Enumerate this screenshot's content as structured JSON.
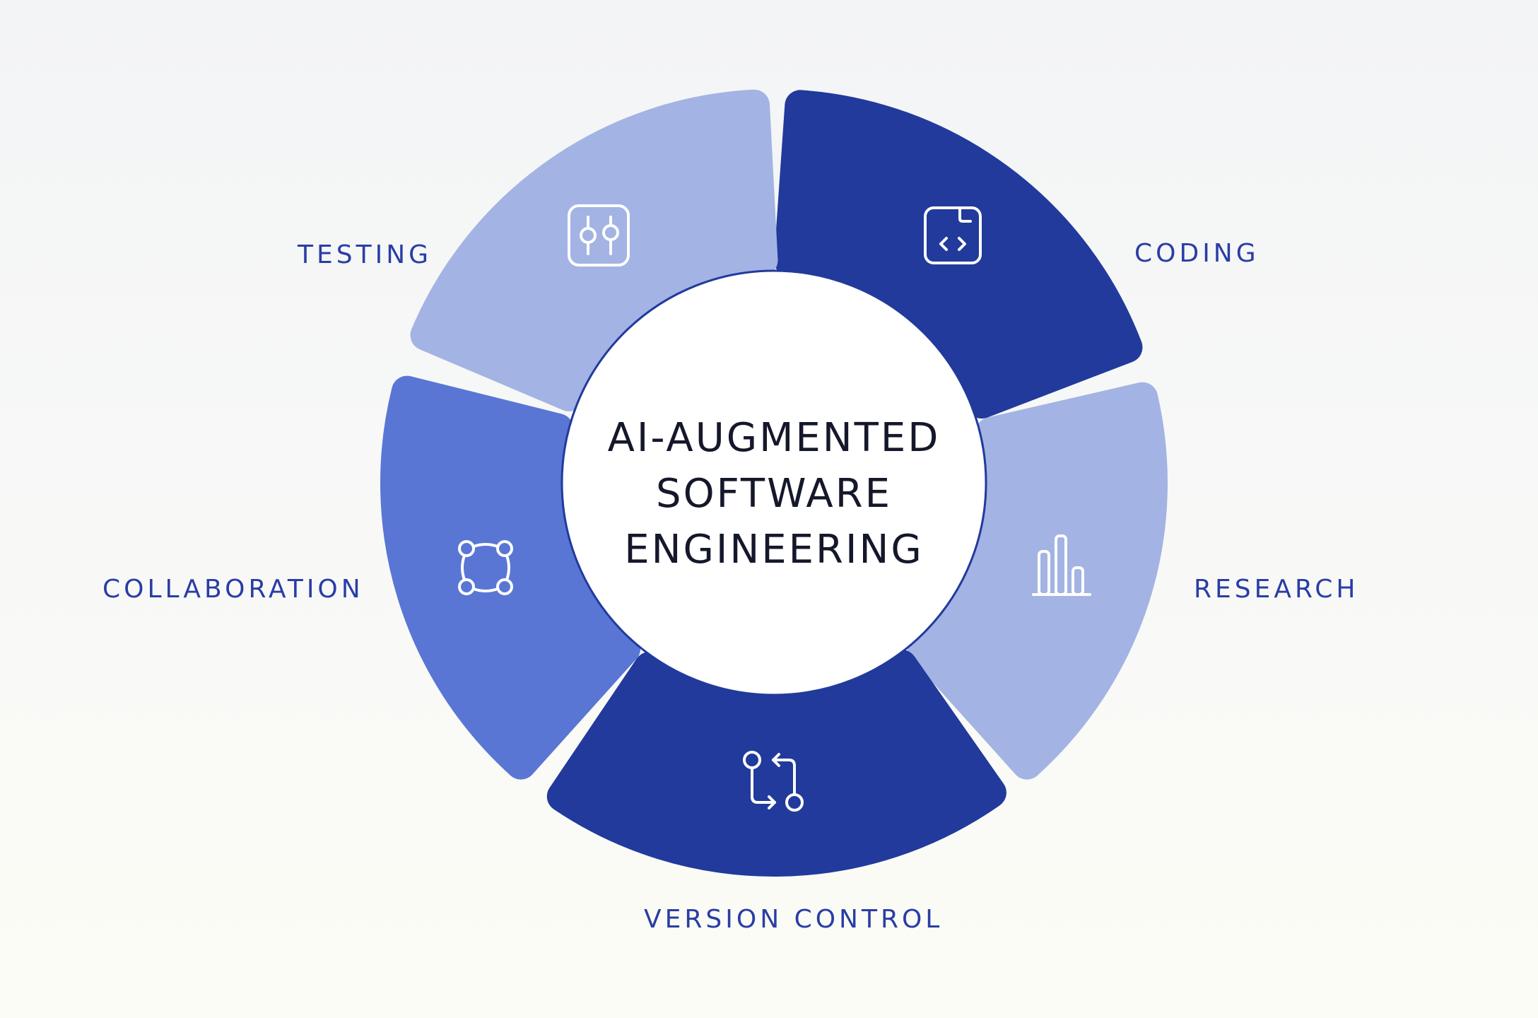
{
  "title": {
    "lines": [
      "AI-AUGMENTED",
      "SOFTWARE",
      "ENGINEERING"
    ]
  },
  "segments": [
    {
      "id": "coding",
      "label": "CODING",
      "color": "#213a9c",
      "icon": "code-file-icon"
    },
    {
      "id": "research",
      "label": "RESEARCH",
      "color": "#a3b3e3",
      "icon": "bar-chart-icon"
    },
    {
      "id": "version_control",
      "label": "VERSION CONTROL",
      "color": "#213a9c",
      "icon": "git-compare-icon"
    },
    {
      "id": "collaboration",
      "label": "COLLABORATION",
      "color": "#5976d4",
      "icon": "network-nodes-icon"
    },
    {
      "id": "testing",
      "label": "TESTING",
      "color": "#a3b3e3",
      "icon": "sliders-icon"
    }
  ],
  "colors": {
    "label_text": "#2a3da6",
    "title_text": "#15172b",
    "center_ring": "#213a9c",
    "icon_stroke": "#ffffff"
  }
}
